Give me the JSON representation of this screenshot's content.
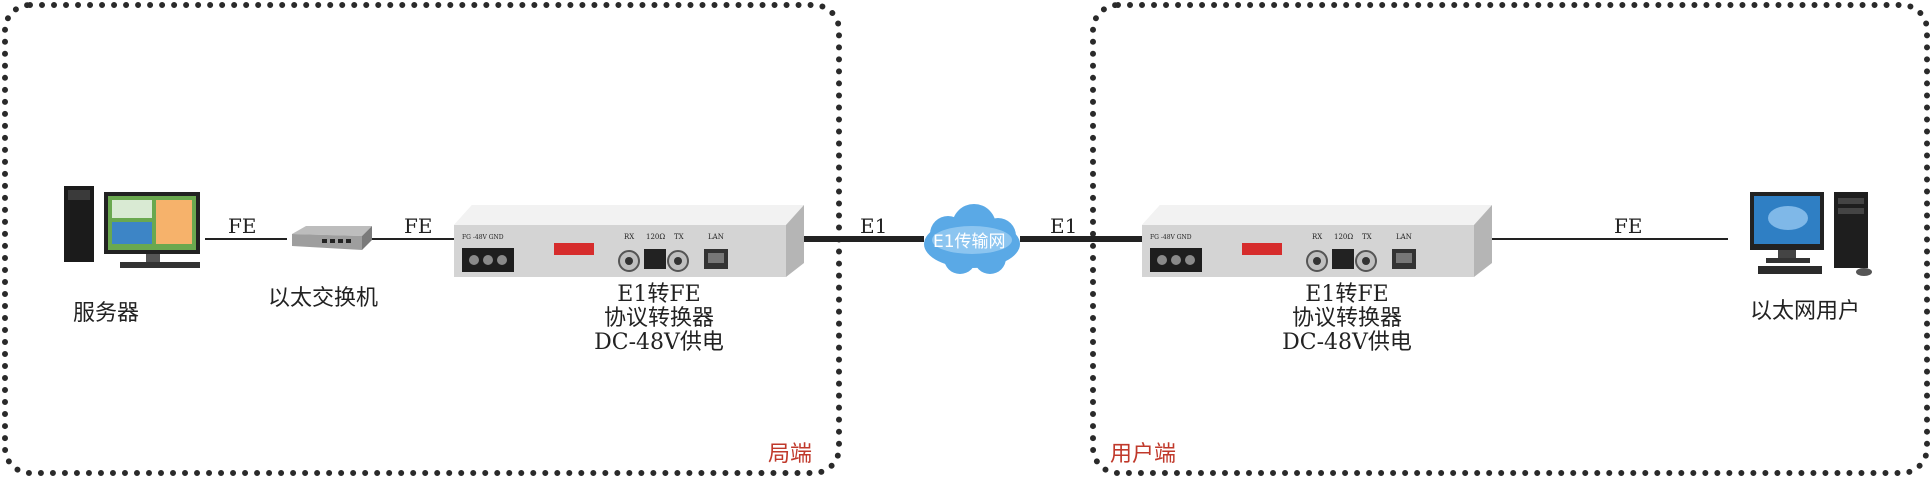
{
  "zones": {
    "local": {
      "label": "局端"
    },
    "user": {
      "label": "用户端"
    }
  },
  "nodes": {
    "server": {
      "label": "服务器"
    },
    "switch": {
      "label": "以太交换机"
    },
    "user_pc": {
      "label": "以太网用户"
    },
    "cloud": {
      "label": "E1传输网"
    }
  },
  "links": {
    "server_switch": "FE",
    "switch_converter": "FE",
    "local_cloud": "E1",
    "cloud_remote": "E1",
    "remote_user": "FE"
  },
  "converter": {
    "caption_line1": "E1转FE",
    "caption_line2": "协议转换器",
    "caption_line3": "DC-48V供电",
    "port_rx": "RX",
    "port_120": "120Ω",
    "port_tx": "TX",
    "port_lan": "LAN",
    "terminal_label": "FG -48V GND"
  },
  "colors": {
    "zone_label": "#c0392b",
    "cloud": "#5aa9e6",
    "device_body": "#d9d9d9"
  }
}
